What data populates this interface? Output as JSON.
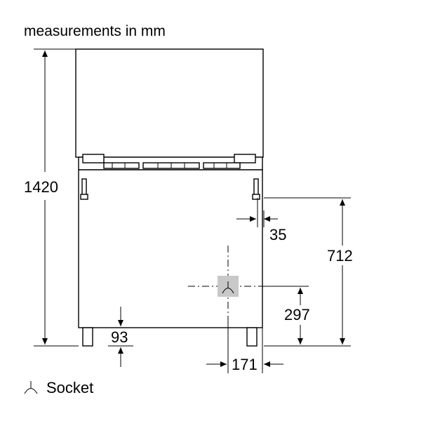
{
  "title": "measurements in mm",
  "dimensions": {
    "total_height": "1420",
    "socket_side_offset": "35",
    "socket_zone_height": "712",
    "socket_height": "297",
    "foot_height": "93",
    "socket_width_offset": "171"
  },
  "legend": {
    "symbol_icon": "socket-icon",
    "label": "Socket"
  },
  "colors": {
    "line": "#000000",
    "socket_fill": "#c8c8c8"
  }
}
